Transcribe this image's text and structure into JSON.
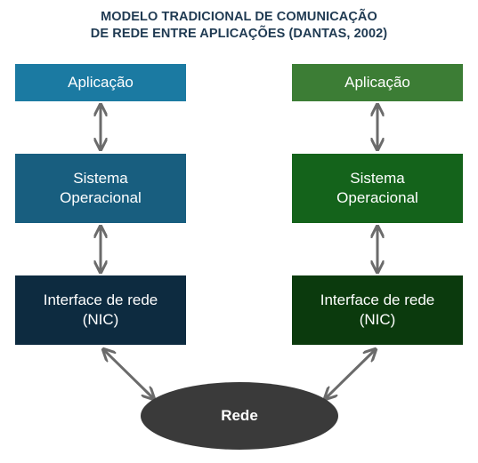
{
  "title": {
    "line1": "MODELO TRADICIONAL DE COMUNICAÇÃO",
    "line2": "DE REDE ENTRE APLICAÇÕES (DANTAS, 2002)"
  },
  "left_stack": {
    "app": "Aplicação",
    "os_line1": "Sistema",
    "os_line2": "Operacional",
    "nic_line1": "Interface de rede",
    "nic_line2": "(NIC)"
  },
  "right_stack": {
    "app": "Aplicação",
    "os_line1": "Sistema",
    "os_line2": "Operacional",
    "nic_line1": "Interface de rede",
    "nic_line2": "(NIC)"
  },
  "network": {
    "label": "Rede"
  },
  "colors": {
    "left_app": "#1b7aa2",
    "left_os": "#185e7f",
    "left_nic": "#0d2b40",
    "right_app": "#3c7d35",
    "right_os": "#14631b",
    "right_nic": "#0b3a0d",
    "network": "#3a3a3a",
    "arrow": "#6b6b6b",
    "title": "#1f3a52"
  }
}
